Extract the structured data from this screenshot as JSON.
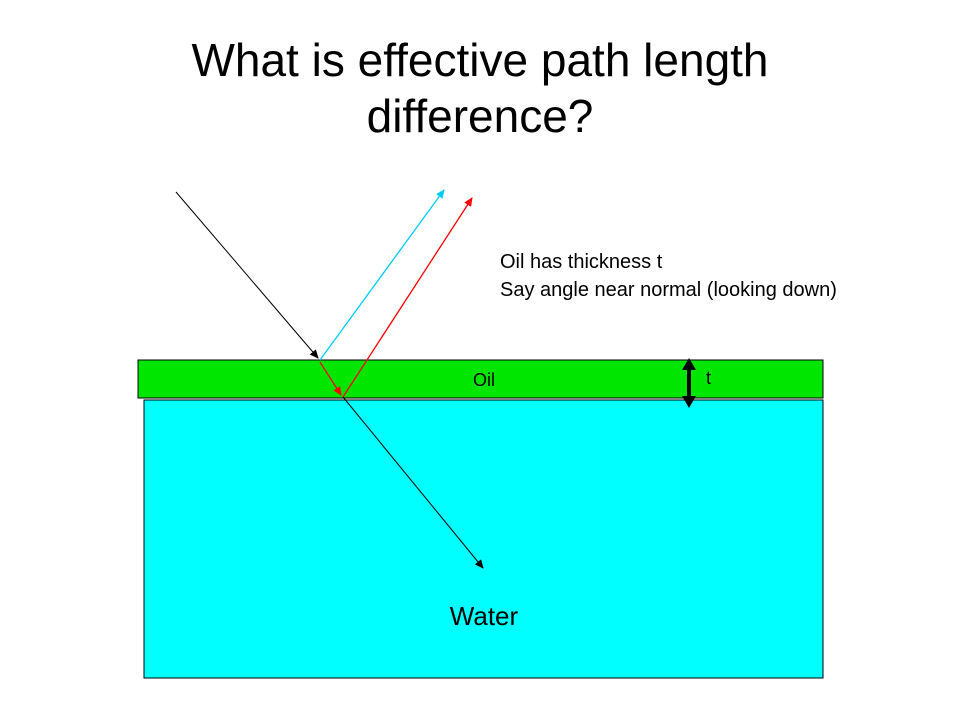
{
  "title": {
    "line1": "What is effective path length",
    "line2": "difference?"
  },
  "notes": {
    "line1": "Oil has thickness t",
    "line2": "Say angle near normal (looking down)"
  },
  "labels": {
    "oil": "Oil",
    "water": "Water",
    "thickness": "t"
  },
  "colors": {
    "oil_layer": "#00e600",
    "water": "#00ffff",
    "ray_incident": "#000000",
    "ray_reflect_top": "#00ccff",
    "ray_reflect_bottom": "#ff0000",
    "ray_refracted": "#000000"
  }
}
